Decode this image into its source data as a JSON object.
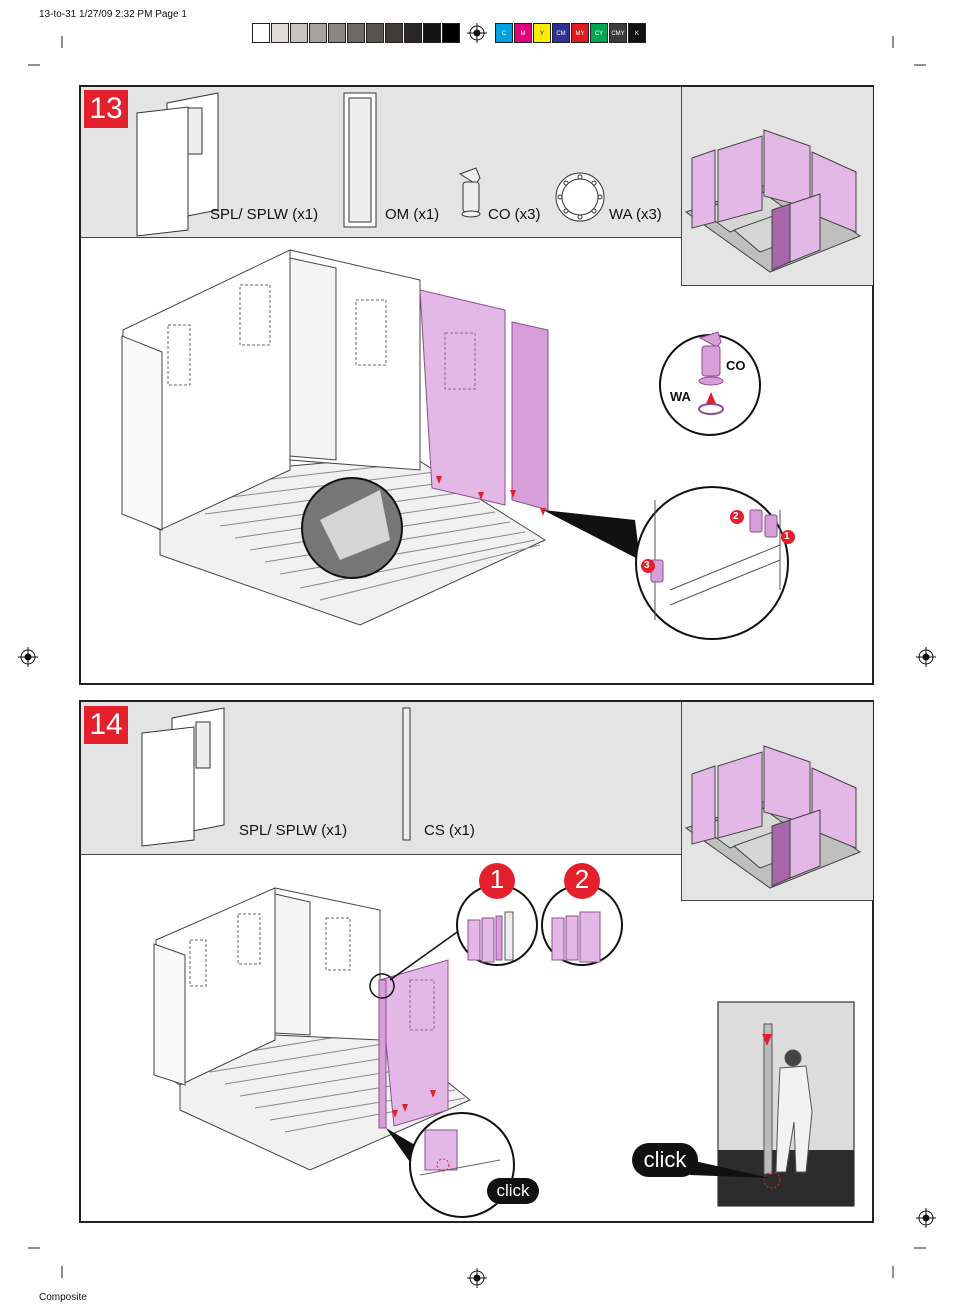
{
  "print_header": "13-to-31 1/27/09 2:32 PM Page 1",
  "print_footer": "Composite",
  "color_bar": {
    "grays": [
      "#ffffff",
      "#e0dcd8",
      "#c8c2bc",
      "#a8a09a",
      "#8c8480",
      "#706864",
      "#585250",
      "#403c3a",
      "#2a2726",
      "#151413",
      "#000000"
    ],
    "cmyk": [
      {
        "label": "C",
        "color": "#00a0e0"
      },
      {
        "label": "M",
        "color": "#e4007c"
      },
      {
        "label": "Y",
        "color": "#ffec00"
      },
      {
        "label": "CM",
        "color": "#2e3192"
      },
      {
        "label": "MY",
        "color": "#e21b23"
      },
      {
        "label": "CY",
        "color": "#00a651"
      },
      {
        "label": "CMY",
        "color": "#3b3b3b"
      },
      {
        "label": "K",
        "color": "#111111"
      }
    ]
  },
  "colors": {
    "accent_red": "#e3202c",
    "panel_pink": "#e4b8e6",
    "panel_purple": "#a866ad",
    "header_gray": "#e4e4e4"
  },
  "step13": {
    "number": "13",
    "parts": [
      {
        "label": "SPL/ SPLW (x1)"
      },
      {
        "label": "OM (x1)"
      },
      {
        "label": "CO (x3)"
      },
      {
        "label": "WA (x3)"
      }
    ],
    "detail_labels": {
      "co": "CO",
      "wa": "WA"
    },
    "sequence": [
      "1",
      "2",
      "3"
    ]
  },
  "step14": {
    "number": "14",
    "parts": [
      {
        "label": "SPL/ SPLW (x1)"
      },
      {
        "label": "CS (x1)"
      }
    ],
    "detail_steps": [
      "1",
      "2"
    ],
    "click_small": "click",
    "click_large": "click"
  }
}
